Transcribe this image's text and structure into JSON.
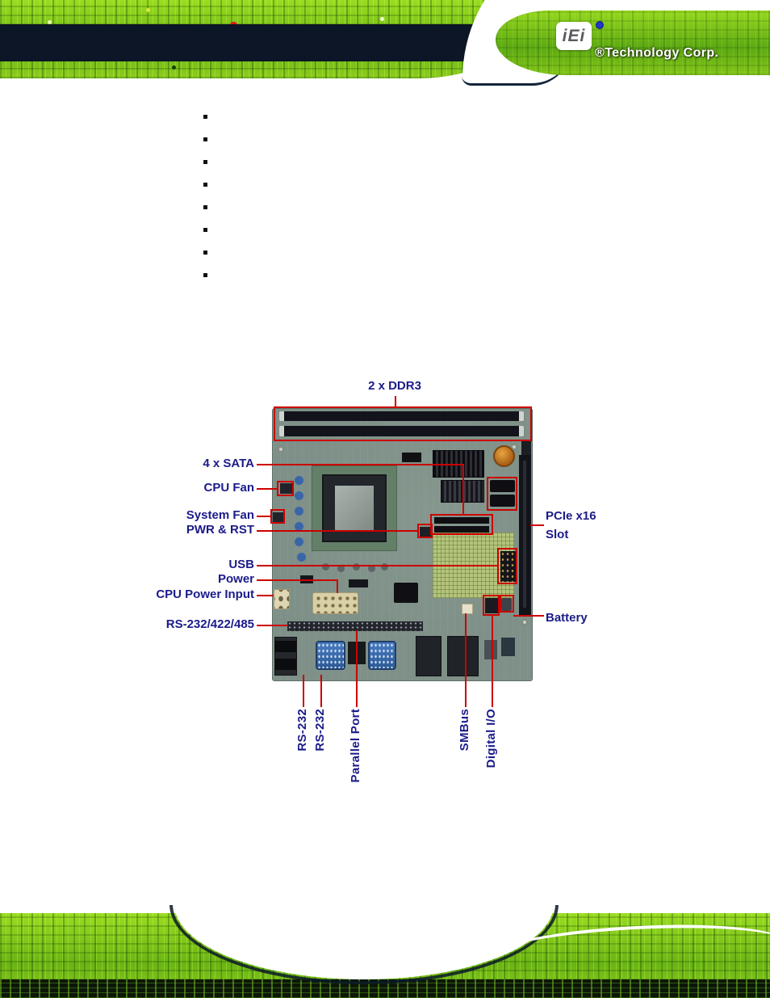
{
  "header": {
    "logo_text": "iEi",
    "brand_text": "®Technology Corp."
  },
  "bullets": {
    "count": 8
  },
  "figure": {
    "callout_color": "#cc0000",
    "label_color": "#1b1b8a",
    "labels": {
      "ddr3": "2 x DDR3",
      "sata": "4 x SATA",
      "cpu_fan": "CPU Fan",
      "system_fan": "System Fan",
      "pwr_rst": "PWR & RST",
      "usb": "USB",
      "power": "Power",
      "cpu_power_input": "CPU Power Input",
      "rs232_422_485": "RS-232/422/485",
      "pcie_line1": "PCIe x16",
      "pcie_line2": "Slot",
      "battery": "Battery",
      "rs232_a": "RS-232",
      "rs232_b": "RS-232",
      "parallel_port": "Parallel Port",
      "smbus": "SMBus",
      "digital_io": "Digital I/O"
    }
  }
}
